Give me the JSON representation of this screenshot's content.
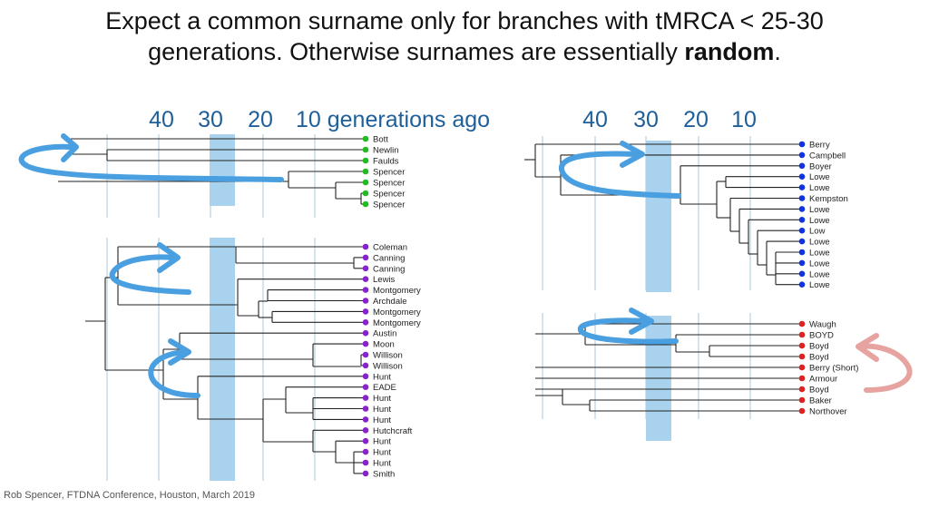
{
  "title": {
    "line1": "Expect a common surname only for branches with tMRCA < 25-30",
    "line2_plain": "generations. Otherwise surnames are essentially ",
    "line2_bold": "random",
    "line2_end": "."
  },
  "footer": "Rob Spencer, FTDNA Conference, Houston, March 2019",
  "colors": {
    "green": "#22bb22",
    "purple": "#8822cc",
    "blue": "#1133dd",
    "red": "#dd2222",
    "band": "#a9d2ee",
    "arrow": "#4a9fe0",
    "arrow_red": "#e6a3a0",
    "axis_text": "#1f5f99"
  },
  "axis_left": {
    "labels": [
      "40",
      "30",
      "20",
      "10 generations ago"
    ]
  },
  "axis_right": {
    "labels": [
      "40",
      "30",
      "20",
      "10"
    ]
  },
  "trees": {
    "tl": {
      "leaves": [
        "Bott",
        "Newlin",
        "Faulds",
        "Spencer",
        "Spencer",
        "Spencer",
        "Spencer"
      ]
    },
    "bl": {
      "leaves": [
        "Coleman",
        "Canning",
        "Canning",
        "Lewis",
        "Montgomery",
        "Archdale",
        "Montgomery",
        "Montgomery",
        "Austin",
        "Moon",
        "Willison",
        "Willison",
        "Hunt",
        "EADE",
        "Hunt",
        "Hunt",
        "Hunt",
        "Hutchcraft",
        "Hunt",
        "Hunt",
        "Hunt",
        "Smith"
      ]
    },
    "tr": {
      "leaves": [
        "Berry",
        "Campbell",
        "Boyer",
        "Lowe",
        "Lowe",
        "Kempston",
        "Lowe",
        "Lowe",
        "Low",
        "Lowe",
        "Lowe",
        "Lowe",
        "Lowe",
        "Lowe"
      ]
    },
    "br": {
      "leaves": [
        "Waugh",
        "BOYD",
        "Boyd",
        "Boyd",
        "Berry (Short)",
        "Armour",
        "Boyd",
        "Baker",
        "Northover"
      ]
    }
  }
}
